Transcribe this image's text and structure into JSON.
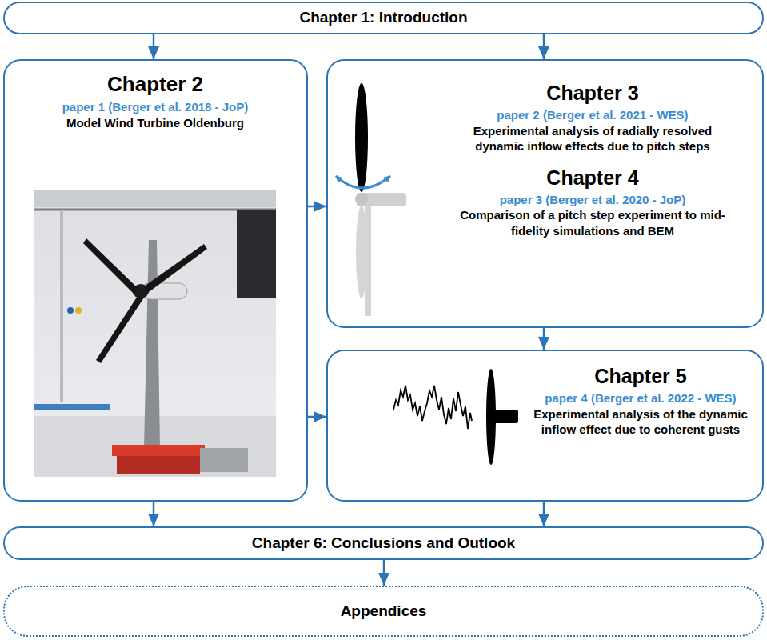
{
  "diagram": {
    "nodes": [
      {
        "text": [
          "Chapter 1: Introduction"
        ]
      },
      {
        "text": [
          "Chapter 2",
          "paper 1 (Berger et al. 2018 - JoP)",
          "Model Wind Turbine Oldenburg"
        ]
      },
      {
        "text": [
          "Chapter 3",
          "paper 2 (Berger et al. 2021 - WES)",
          "Experimental analysis of radially resolved dynamic inflow effects due to pitch steps",
          "Chapter 4",
          "paper 3 (Berger et al. 2020 - JoP)",
          "Comparison of a pitch step experiment to mid-fidelity simulations and BEM"
        ]
      },
      {
        "text": [
          "Chapter 5",
          "paper 4 (Berger et al. 2022 - WES)",
          "Experimental analysis of the dynamic inflow effect due to coherent gusts"
        ]
      },
      {
        "text": [
          "Chapter 6: Conclusions and Outlook"
        ]
      },
      {
        "text": [
          "Appendices"
        ]
      }
    ],
    "edges": [
      {
        "from": 0,
        "to": 1,
        "arrow": "to"
      },
      {
        "from": 0,
        "to": 2,
        "arrow": "to"
      },
      {
        "from": 1,
        "to": 2,
        "arrow": "to"
      },
      {
        "from": 1,
        "to": 3,
        "arrow": "to"
      },
      {
        "from": 2,
        "to": 3,
        "arrow": "to"
      },
      {
        "from": 1,
        "to": 4,
        "arrow": "to"
      },
      {
        "from": 3,
        "to": 4,
        "arrow": "to"
      },
      {
        "from": 4,
        "to": 5,
        "arrow": "to"
      }
    ]
  }
}
